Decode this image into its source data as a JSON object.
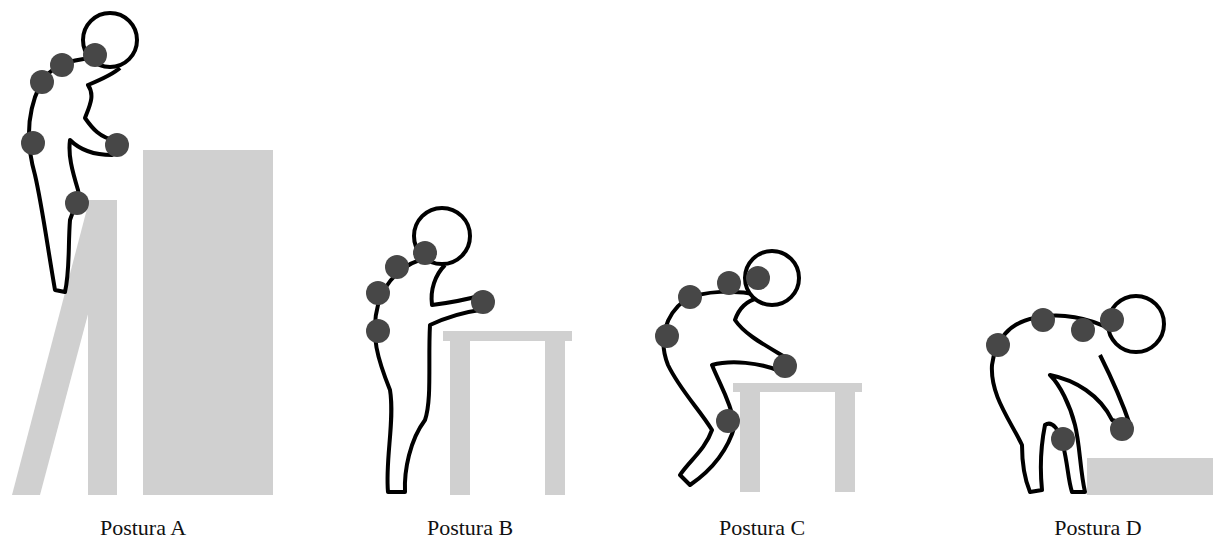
{
  "diagram": {
    "labels": [
      "Postura A",
      "Postura B",
      "Postura C",
      "Postura D"
    ]
  }
}
